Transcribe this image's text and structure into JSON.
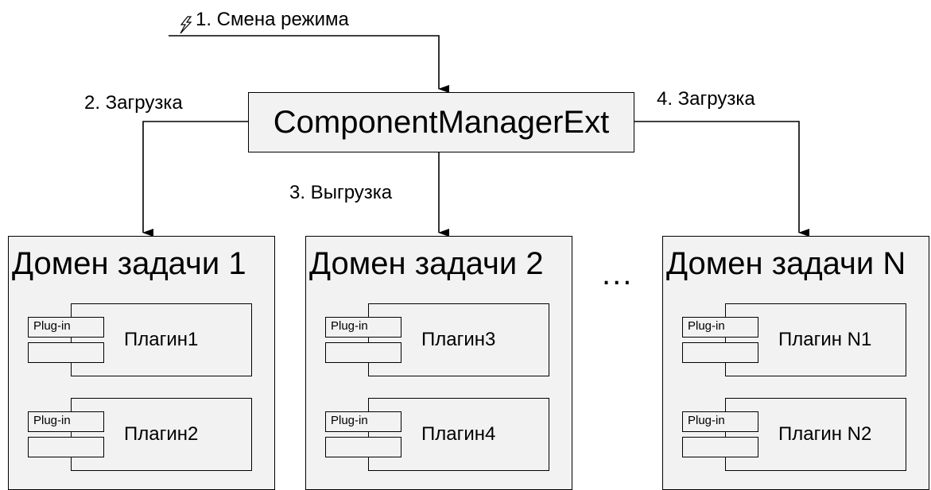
{
  "steps": {
    "mode_change": "1. Смена режима",
    "load_left": "2. Загрузка",
    "unload": "3. Выгрузка",
    "load_right": "4. Загрузка"
  },
  "manager": {
    "label": "ComponentManagerExt"
  },
  "ellipsis": "...",
  "domains": [
    {
      "title": "Домен задачи 1",
      "plugins": [
        {
          "port": "Plug-in",
          "name": "Плагин1"
        },
        {
          "port": "Plug-in",
          "name": "Плагин2"
        }
      ]
    },
    {
      "title": "Домен задачи 2",
      "plugins": [
        {
          "port": "Plug-in",
          "name": "Плагин3"
        },
        {
          "port": "Plug-in",
          "name": "Плагин4"
        }
      ]
    },
    {
      "title": "Домен задачи N",
      "plugins": [
        {
          "port": "Plug-in",
          "name": "Плагин N1"
        },
        {
          "port": "Plug-in",
          "name": "Плагин N2"
        }
      ]
    }
  ],
  "icons": {
    "event": "lightning-icon",
    "arrow": "arrow-down-icon"
  },
  "colors": {
    "box_fill": "#f2f2f2",
    "stroke": "#000000"
  }
}
